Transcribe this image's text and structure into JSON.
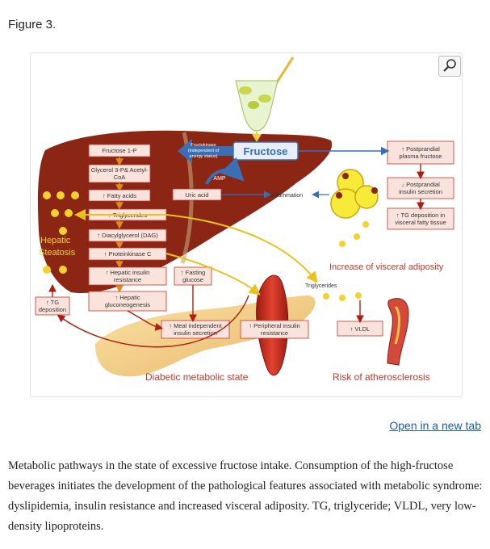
{
  "figure_label": "Figure 3.",
  "open_link": "Open in a new tab",
  "caption": "Metabolic pathways in the state of excessive fructose intake. Consumption of the high-fructose beverages initiates the development of the pathological features associated with metabolic syndrome: dyslipidemia, insulin resistance and increased visceral adiposity. TG, triglyceride; VLDL, very low-density lipoproteins.",
  "diagram": {
    "fructose": "Fructose",
    "fructokinase": [
      "Fructokinase",
      "(independent of",
      "energy status)"
    ],
    "amp": "AMP",
    "liver_boxes": {
      "fructose_1p": "Fructose 1-P",
      "glycerol": [
        "Glycerol 3-P& Acetyl-",
        "CoA"
      ],
      "fatty_acids": "↑ Fatty acids",
      "uric_acid": "Uric acid",
      "triglycerides": "↑ Triglycerides",
      "dag": "↑ Diacylglycerol (DAG)",
      "pkc": "↑ Proteinkinase C",
      "hepatic_ir": [
        "↑ Hepatic insulin",
        "resistance"
      ],
      "fasting_glucose": [
        "↑ Fasting",
        "glucose"
      ],
      "gluconeogenesis": [
        "↑ Hepatic",
        "gluconeogenesis"
      ],
      "tg_deposition": [
        "↑ TG",
        "deposition"
      ],
      "meal_insulin": [
        "↑ Meal independent",
        "insulin secretion"
      ],
      "peripheral_ir": [
        "↑ Peripheral insulin",
        "resistance"
      ]
    },
    "right_boxes": {
      "postprandial_fructose": [
        "↑ Postprandial",
        "plasma fructose"
      ],
      "postprandial_insulin": [
        "↓ Postprandial",
        "insulin secretion"
      ],
      "tg_visceral": [
        "↑ TG deposition in",
        "visceral fatty tissue"
      ],
      "vldl": "↑ VLDL"
    },
    "labels": {
      "hepatic_steatosis": [
        "Hepatic",
        "Steatosis"
      ],
      "inflammation": "Inflammation",
      "visceral_adiposity": "Increase of visceral adiposity",
      "triglycerides": "Triglycerides",
      "diabetic_state": "Diabetic metabolic state",
      "atherosclerosis": "Risk of atherosclerosis"
    },
    "colors": {
      "liver": "#8b2615",
      "box_fill": "#fbe3dd",
      "box_stroke": "#c0392b",
      "arrow_orange": "#e08a1e",
      "arrow_blue": "#3b6fb5",
      "arrow_red": "#b01c10",
      "arrow_yellow": "#f2d22e",
      "title_red": "#c0392b"
    }
  }
}
